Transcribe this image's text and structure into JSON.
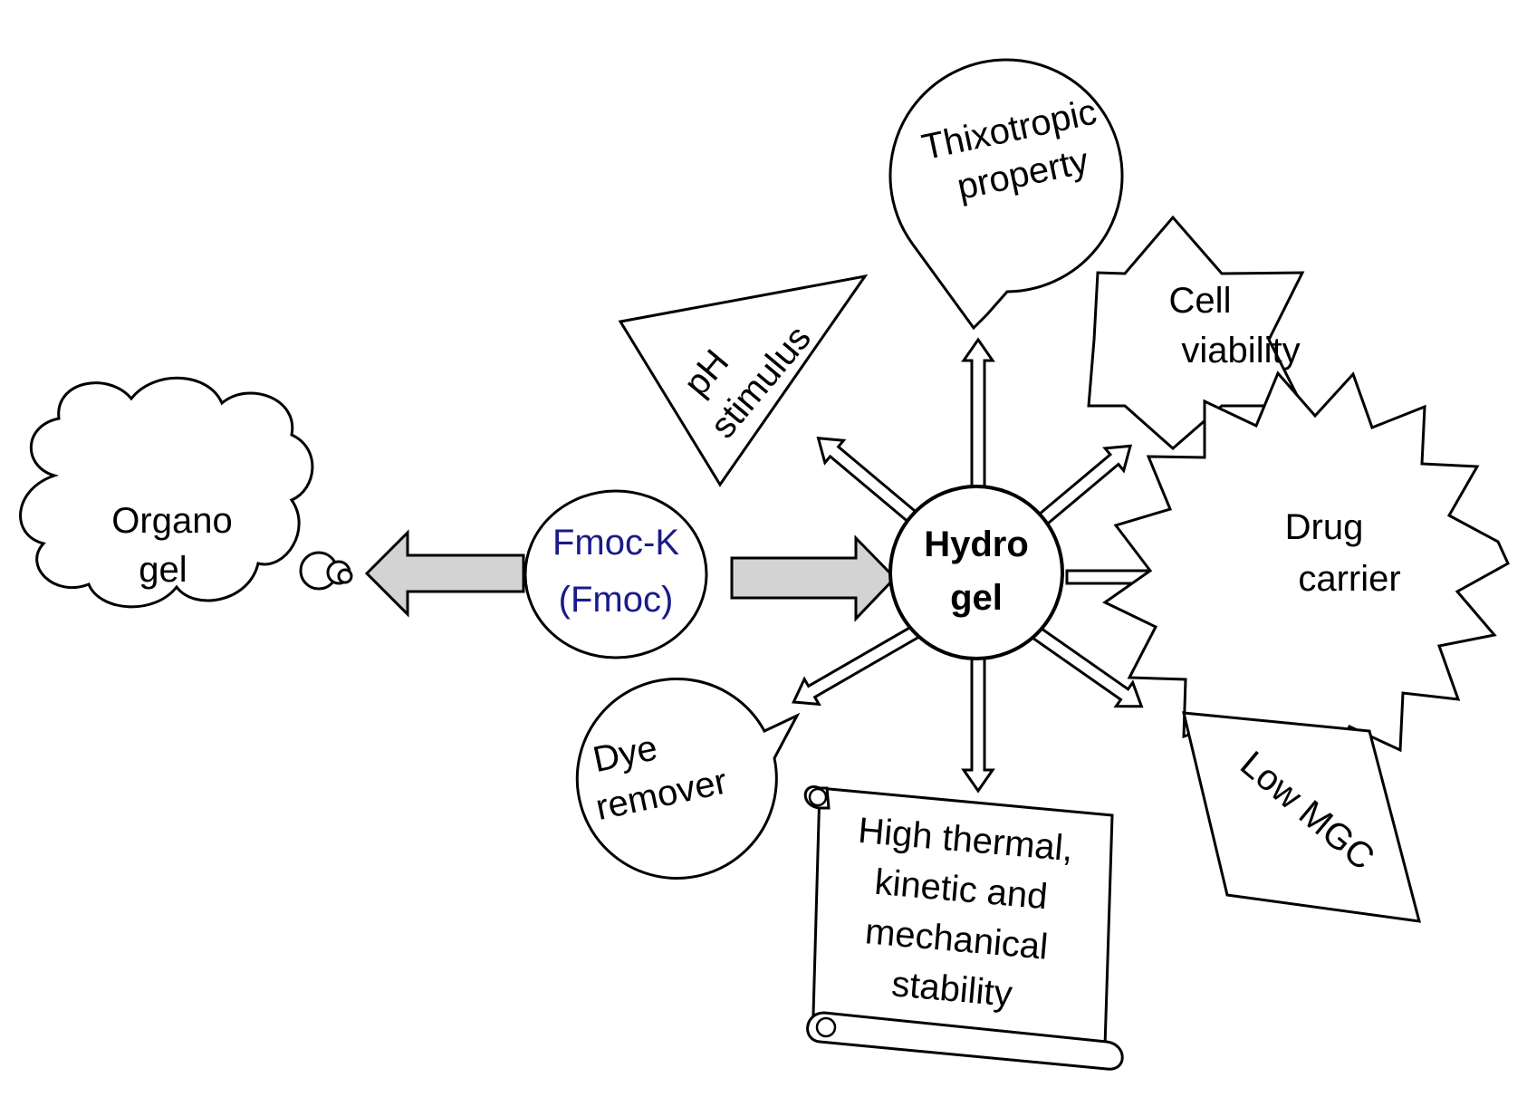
{
  "diagram": {
    "center": {
      "line1": "Hydro",
      "line2": "gel"
    },
    "source": {
      "line1": "Fmoc-K",
      "line2": "(Fmoc)",
      "color": "#1a1a8c"
    },
    "organogel": {
      "line1": "Organo",
      "line2": "gel"
    },
    "thixotropic": {
      "line1": "Thixotropic",
      "line2": "property"
    },
    "ph": {
      "line1": "pH",
      "line2": "stimulus"
    },
    "cell": {
      "line1": "Cell",
      "line2": "viability"
    },
    "drug": {
      "line1": "Drug",
      "line2": "carrier"
    },
    "mgc": {
      "line1": "Low MGC"
    },
    "dye": {
      "line1": "Dye",
      "line2": "remover"
    },
    "stability": {
      "line1": "High thermal,",
      "line2": "kinetic and",
      "line3": "mechanical",
      "line4": "stability"
    },
    "colors": {
      "big_arrow_fill": "#d3d3d3",
      "stroke": "#000000",
      "background": "#ffffff"
    }
  }
}
